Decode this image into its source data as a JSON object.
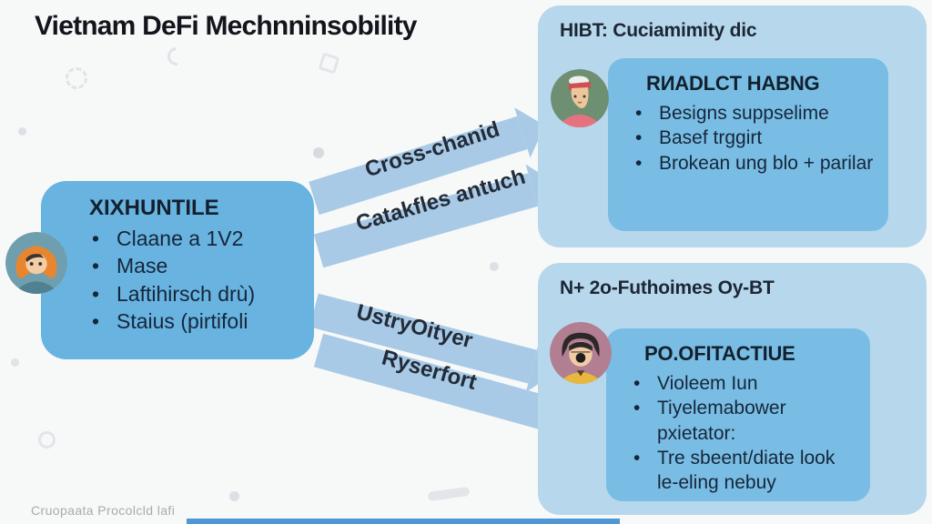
{
  "title": "Vietnam DeFi Mechnninsobility",
  "caption": "Cruopaata Procolcld lafi",
  "left_box": {
    "title": "XIXHUNTILE",
    "bullets": [
      "Claane a 1V2",
      "Mase",
      "Laftihirsch drù)",
      "Staius (pirtifoli"
    ]
  },
  "arrows": [
    {
      "label": "Cross-chanid"
    },
    {
      "label": "Catakfles antuch"
    },
    {
      "label": "UstryOityer"
    },
    {
      "label": "Ryserfort"
    }
  ],
  "top_panel": {
    "header": "HIBT: Cuciamimity dic",
    "box_title": "RИADLCT HABNG",
    "bullets": [
      "Besigns suppselime",
      "Basef trggirt",
      "Brokean ung blo + parilar"
    ]
  },
  "bottom_panel": {
    "header": "N+ 2o-Futhoimes Oy-BT",
    "box_title": "PO.OFITACTIUE",
    "bullets": [
      "Violeem Iun",
      "Tiyelemabower pxietator:",
      "Tre sbeent/diate look le-eling nebuy"
    ]
  },
  "avatars": {
    "left": "person-orange-hair-avatar",
    "top_right": "person-red-headband-avatar",
    "bottom_right": "person-dark-hair-yellow-shirt-avatar"
  },
  "colors": {
    "panel": "#b7d7ec",
    "inner_box": "#79bde4",
    "left_box": "#68b3e0",
    "arrow": "#a8cae6",
    "bottom_strip": "#4e97d4",
    "title_text": "#14141c",
    "body_text": "#16263a"
  }
}
